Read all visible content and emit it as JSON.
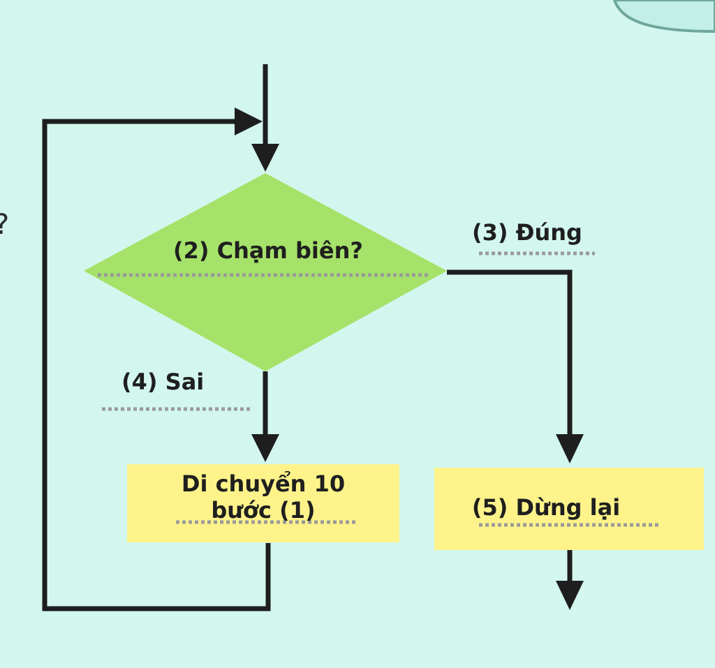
{
  "decision": {
    "label": "(2) Chạm biên?"
  },
  "branch_true": {
    "label": "(3) Đúng"
  },
  "branch_false": {
    "label": "(4) Sai"
  },
  "process_move": {
    "line1": "Di chuyển 10",
    "line2": "bước (1)"
  },
  "process_stop": {
    "label": "(5) Dừng lại"
  },
  "edge_glyph": "?",
  "colors": {
    "background": "#d3f7ee",
    "diamond": "#a6e26a",
    "box": "#fdf38a",
    "line": "#1e1e1e",
    "dots": "#9a9a9a",
    "corner_shape": "#c2efe6"
  }
}
